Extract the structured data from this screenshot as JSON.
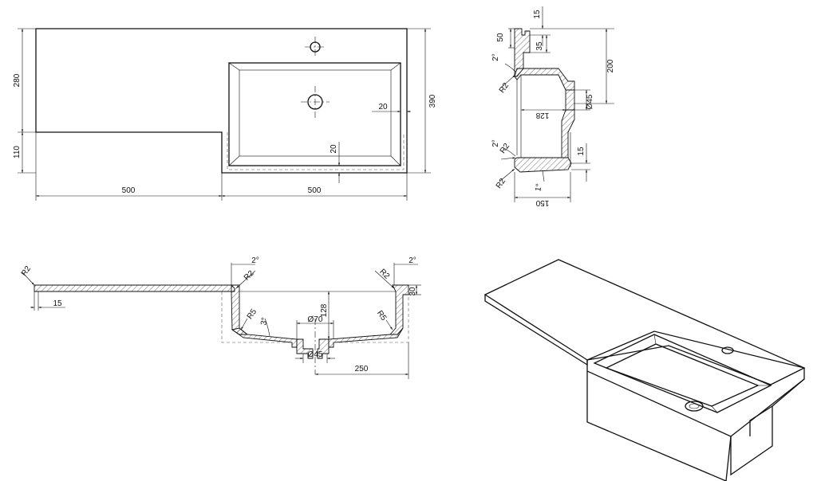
{
  "top_view": {
    "dims": {
      "width_left": "500",
      "width_right": "500",
      "height_top": "280",
      "height_bottom": "110",
      "height_total": "390",
      "rim_side": "20",
      "rim_bottom": "20"
    }
  },
  "side_view": {
    "dims": {
      "lip_top": "15",
      "lip_height": "50",
      "lip_inner": "35",
      "draft_top": "2°",
      "radius_top": "R2",
      "depth_total": "200",
      "bowl_depth": "128",
      "waste_diameter": "Ø45",
      "draft_lower": "2°",
      "radius_lower": "R2",
      "skirt": "15",
      "radius_bottom": "R2",
      "floor_slope": "1°",
      "base_width": "150"
    }
  },
  "front_section": {
    "dims": {
      "radius_left": "R2",
      "thickness_left": "15",
      "draft_left": "2°",
      "radius_inner_left": "R2",
      "draft_right": "2°",
      "radius_inner_right": "R2",
      "rim_height": "30",
      "bowl_depth": "128",
      "radius_bowl_left": "R5",
      "floor_angle": "3°",
      "outlet_diameter": "Ø70",
      "radius_bowl_right": "R5",
      "waste_diameter": "Ø45",
      "waste_offset": "250"
    }
  }
}
